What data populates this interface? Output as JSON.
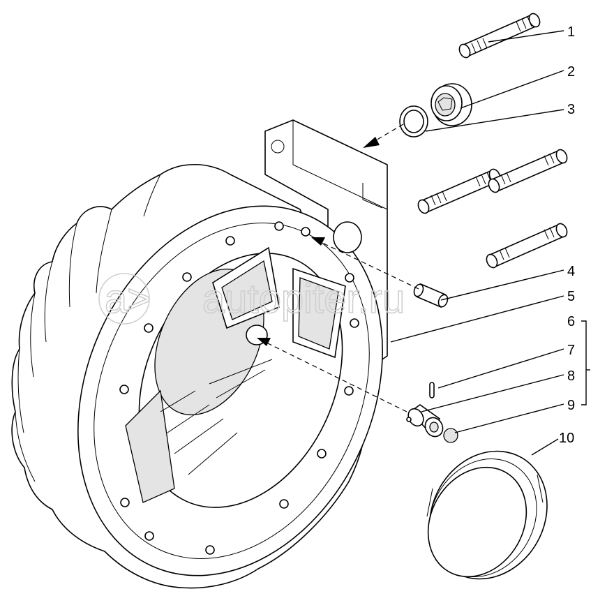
{
  "watermark": {
    "text": "autopiter.ru",
    "logo": "a>"
  },
  "callouts": [
    "1",
    "2",
    "3",
    "4",
    "5",
    "6",
    "7",
    "8",
    "9",
    "10"
  ],
  "colors": {
    "line": "#000000",
    "background": "#ffffff",
    "watermark": "#cfcfcf"
  }
}
